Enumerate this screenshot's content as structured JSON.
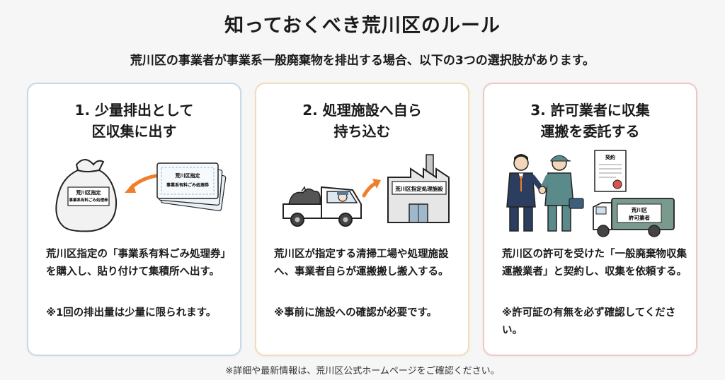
{
  "title": "知っておくべき荒川区のルール",
  "subtitle": "荒川区の事業者が事業系一般廃棄物を排出する場合、以下の3つの選択肢があります。",
  "cards": [
    {
      "title_line1": "1. 少量排出として",
      "title_line2": "区収集に出す",
      "body": "荒川区指定の「事業系有料ごみ処理券」を購入し、貼り付けて集積所へ出す。",
      "note": "※1回の排出量は少量に限られます。",
      "bag_label_line1": "荒川区指定",
      "bag_label_line2": "事業系有料ごみ処理券",
      "ticket_label_line1": "荒川区指定",
      "ticket_label_line2": "事業系有料ごみ処理券",
      "border_color": "#c3dbe9"
    },
    {
      "title_line1": "2. 処理施設へ自ら",
      "title_line2": "持ち込む",
      "body": "荒川区が指定する清掃工場や処理施設へ、事業者自らが運搬搬し搬入する。",
      "note": "※事前に施設への確認が必要です。",
      "factory_sign": "荒川区指定処理施設",
      "border_color": "#f3dcb6"
    },
    {
      "title_line1": "3. 許可業者に収集",
      "title_line2": "運搬を委託する",
      "body": "荒川区の許可を受けた「一般廃棄物収集運搬業者」と契約し、収集を依頼する。",
      "note": "※許可証の有無を必ず確認してください。",
      "contract_label": "契約",
      "truck_label_line1": "荒川区",
      "truck_label_line2": "許可業者",
      "border_color": "#f0c7c7"
    }
  ],
  "footnote": "※詳細や最新情報は、荒川区公式ホームページをご確認ください。",
  "colors": {
    "accent_orange": "#f07f2c",
    "truck_green": "#7a9a8e",
    "suit_navy": "#2c3e5f",
    "worker_teal": "#5b8a8a"
  }
}
